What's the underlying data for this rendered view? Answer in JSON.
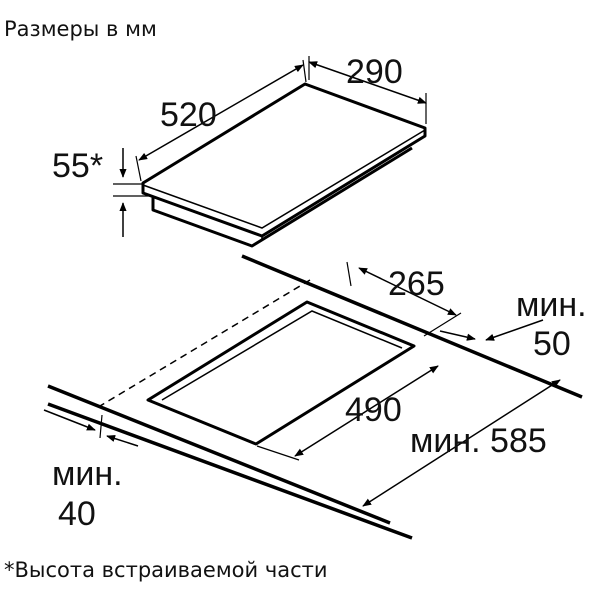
{
  "title": "Размеры в мм",
  "footnote": "*Высота встраиваемой части",
  "dimensions": {
    "hob_depth": "520",
    "hob_width": "290",
    "built_in_height": "55*",
    "cutout_width": "265",
    "cutout_depth": "490",
    "min_rear_label": "мин.",
    "min_rear_value": "50",
    "min_front_label": "мин.",
    "min_front_value": "40",
    "min_worktop_depth": "мин. 585"
  }
}
